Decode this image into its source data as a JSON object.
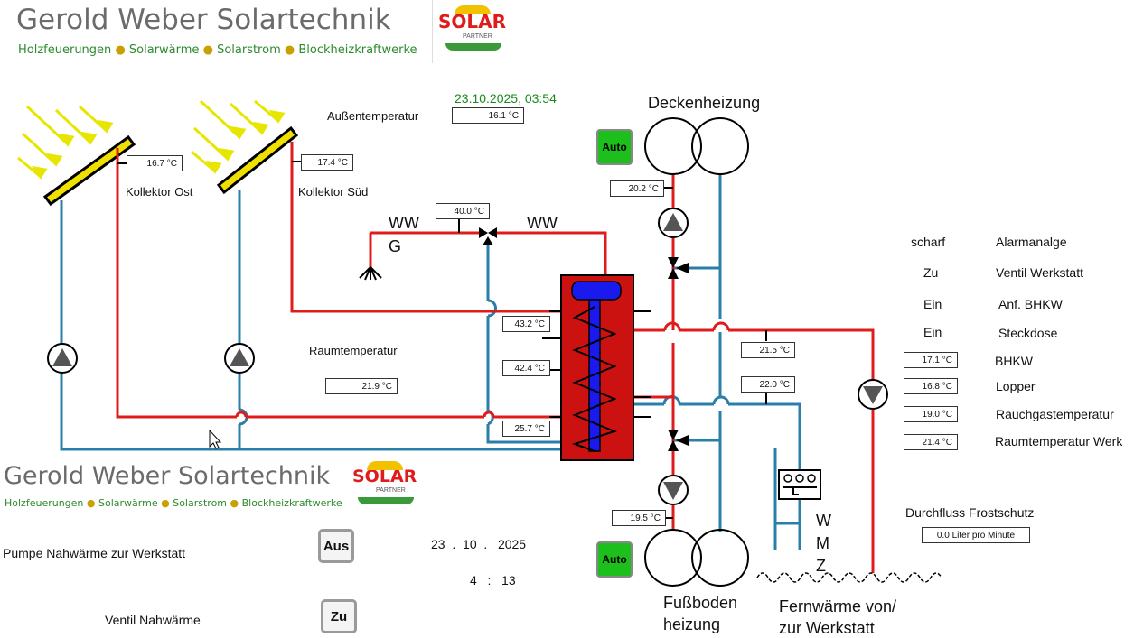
{
  "header": {
    "company_title": "Gerold Weber Solartechnik",
    "tagline_parts": [
      "Holzfeuerungen",
      "Solarwärme",
      "Solarstrom",
      "Blockheizkraftwerke"
    ],
    "partner_logo": {
      "word": "SOLAR",
      "sub": "PARTNER"
    }
  },
  "datetime_top": "23.10.2025,  03:54",
  "aussen": {
    "label": "Außentemperatur",
    "value": "16.1 °C"
  },
  "kollektor_ost": {
    "label": "Kollektor Ost",
    "value": "16.7 °C"
  },
  "kollektor_sued": {
    "label": "Kollektor Süd",
    "value": "17.4 °C"
  },
  "ww": {
    "left": "WW",
    "left_sub": "G",
    "right": "WW",
    "mixer_value": "40.0 °C"
  },
  "raum": {
    "label": "Raumtemperatur",
    "value": "21.9 °C"
  },
  "speicher": {
    "t1": "43.2 °C",
    "t2": "42.4 °C",
    "t3": "25.7 °C"
  },
  "decken": {
    "label": "Deckenheizung",
    "value": "20.2 °C",
    "mode": "Auto"
  },
  "fussboden": {
    "label_1": "Fußboden",
    "label_2": "heizung",
    "value": "19.5 °C",
    "mode": "Auto"
  },
  "fern": {
    "value_1": "21.5 °C",
    "value_2": "22.0 °C",
    "label_1": "Fernwärme von/",
    "label_2": "zur Werkstatt",
    "wmz": [
      "W",
      "M",
      "Z"
    ]
  },
  "status": [
    {
      "value": "scharf",
      "label": "Alarmanalge"
    },
    {
      "value": "Zu",
      "label": "Ventil Werkstatt"
    },
    {
      "value": "Ein",
      "label": "Anf. BHKW"
    },
    {
      "value": "Ein",
      "label": "Steckdose"
    }
  ],
  "temps": [
    {
      "value": "17.1 °C",
      "label": "BHKW"
    },
    {
      "value": "16.8 °C",
      "label": "Lopper"
    },
    {
      "value": "19.0 °C",
      "label": "Rauchgastemperatur"
    },
    {
      "value": "21.4 °C",
      "label": "Raumtemperatur Werk"
    }
  ],
  "durchfluss": {
    "label": "Durchfluss Frostschutz",
    "value": "0.0 Liter pro Minute"
  },
  "lower": {
    "pumpe_label": "Pumpe  Nahwärme zur Werkstatt",
    "pumpe_button": "Aus",
    "ventil_label": "Ventil Nahwärme",
    "ventil_button": "Zu",
    "date_parts": [
      "23",
      ".",
      "10",
      ".",
      "2025"
    ],
    "time_parts": [
      "4",
      ":",
      "13"
    ]
  },
  "colors": {
    "hot": "#e01b1b",
    "cold": "#2a7fa8",
    "green": "#1cbf1c",
    "tank": "#cc1111",
    "coil": "#1a1aee",
    "sun": "#e6e600"
  }
}
